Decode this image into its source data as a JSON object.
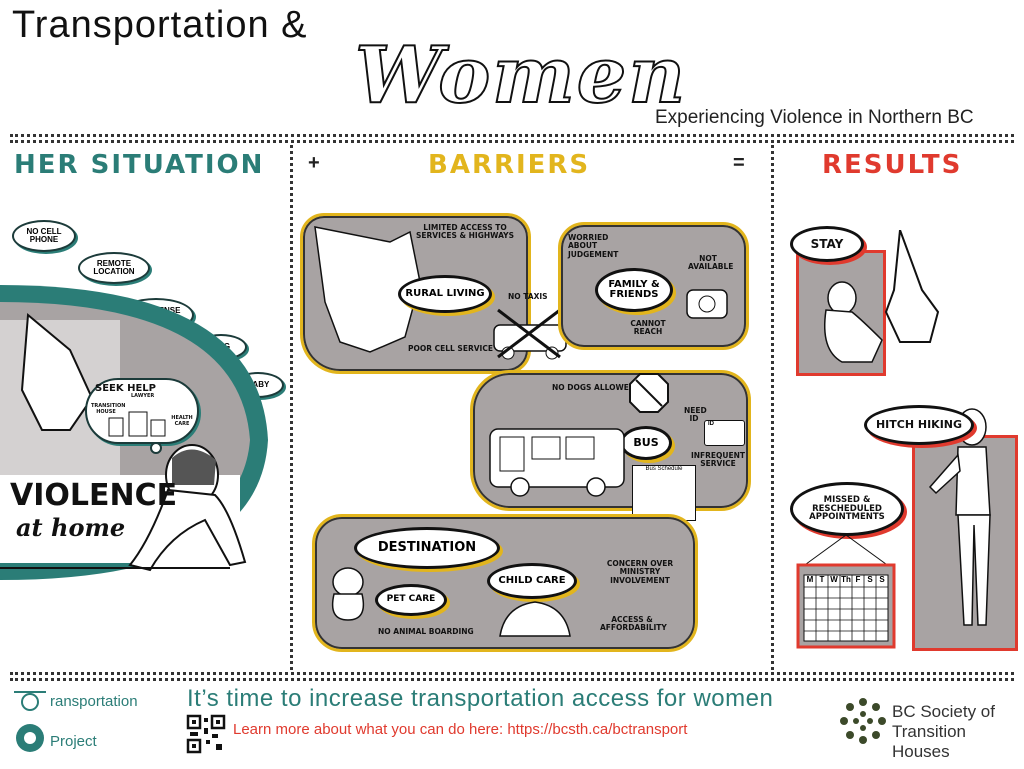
{
  "header": {
    "title_line1": "Transportation &",
    "title_line2": "Women",
    "subtitle": "Experiencing Violence in Northern BC"
  },
  "sections": {
    "situation": "HER SITUATION",
    "barriers": "BARRIERS",
    "results": "RESULTS",
    "plus": "+",
    "equals": "="
  },
  "situation": {
    "bubbles": [
      "NO CELL PHONE",
      "REMOTE LOCATION",
      "NO LICENSE OR ID",
      "DOG",
      "BABY"
    ],
    "seek_help": "SEEK HELP",
    "help_labels": [
      "TRANSITION HOUSE",
      "LAWYER",
      "HEALTH CARE"
    ],
    "violence": "VIOLENCE",
    "at_home": "at home"
  },
  "barriers": {
    "rural": {
      "title": "RURAL LIVING",
      "items": [
        "LIMITED ACCESS TO SERVICES & HIGHWAYS",
        "NO TAXIS",
        "POOR CELL SERVICE"
      ]
    },
    "family": {
      "title": "FAMILY & FRIENDS",
      "items": [
        "WORRIED ABOUT JUDGEMENT",
        "NOT AVAILABLE",
        "CANNOT REACH"
      ]
    },
    "bus": {
      "title": "BUS",
      "items": [
        "NO DOGS ALLOWED",
        "NEED ID",
        "INFREQUENT SERVICE"
      ],
      "schedule_label": "Bus Schedule",
      "id_label": "ID"
    },
    "destination": {
      "title": "DESTINATION",
      "pet_care": "PET CARE",
      "child_care": "CHILD CARE",
      "items": [
        "NO ANIMAL BOARDING",
        "CONCERN OVER MINISTRY INVOLVEMENT",
        "ACCESS & AFFORDABILITY"
      ]
    }
  },
  "results": {
    "stay": "STAY",
    "hitch": "HITCH HIKING",
    "missed": "MISSED & RESCHEDULED APPOINTMENTS",
    "calendar_days": [
      "M",
      "T",
      "W",
      "Th",
      "F",
      "S",
      "S"
    ]
  },
  "footer": {
    "logo_line1": "ransportation",
    "logo_line2": "Project",
    "cta": "It’s time to increase transportation access for women",
    "learn_more": "Learn more about what you can do here: https://bcsth.ca/bctransport",
    "org_line1": "BC Society of",
    "org_line2": "Transition Houses"
  },
  "colors": {
    "teal": "#2b7d77",
    "gold": "#e2b51d",
    "red": "#e03a2e",
    "grey": "#a8a3a3"
  }
}
